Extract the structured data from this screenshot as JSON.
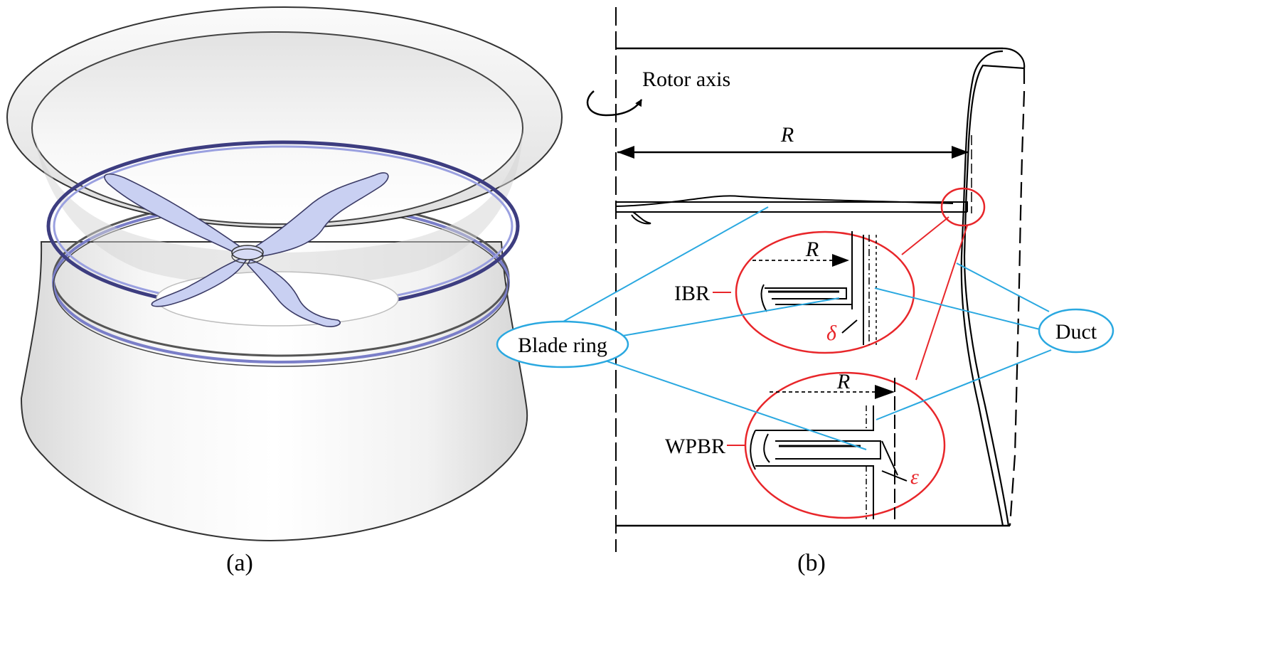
{
  "panels": {
    "a": {
      "caption": "(a)"
    },
    "b": {
      "caption": "(b)"
    }
  },
  "labels": {
    "rotor_axis": "Rotor axis",
    "radius": "R",
    "radius_ibr": "R",
    "radius_wpbr": "R",
    "ibr": "IBR",
    "wpbr": "WPBR",
    "delta": "δ",
    "epsilon": "ε",
    "blade_ring": "Blade ring",
    "duct": "Duct"
  },
  "colors": {
    "detail_circle": "#e8262a",
    "callout": "#2aa8e0",
    "line": "#000000",
    "blade": "#c9d0f2",
    "duct_shade": "#e6e6e6"
  }
}
